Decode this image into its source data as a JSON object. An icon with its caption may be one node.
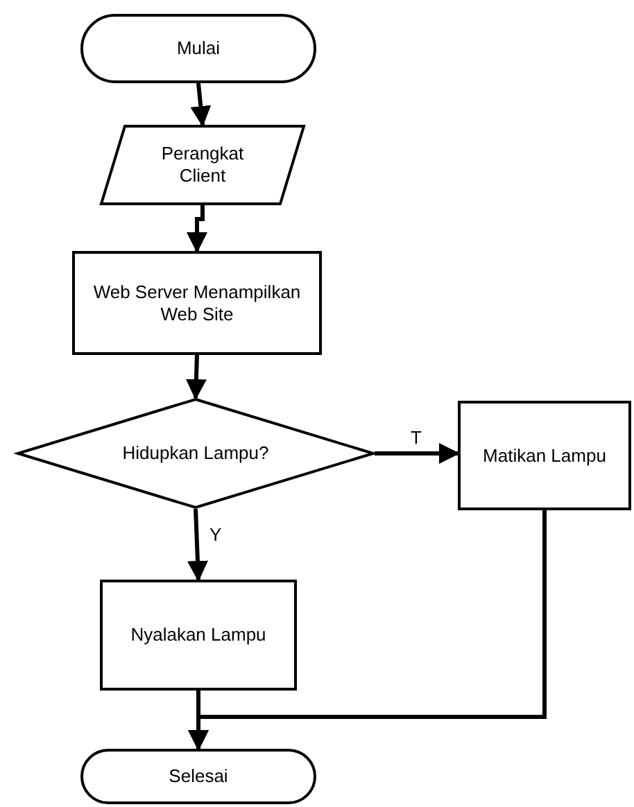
{
  "diagram": {
    "nodes": [
      {
        "text": [
          "Mulai"
        ]
      },
      {
        "text": [
          "Perangkat Client"
        ]
      },
      {
        "text": [
          "Web Server Menampilkan Web Site"
        ]
      },
      {
        "text": [
          "Hidupkan Lampu?"
        ]
      },
      {
        "text": [
          "Matikan Lampu"
        ]
      },
      {
        "text": [
          "Nyalakan Lampu"
        ]
      },
      {
        "text": [
          "Selesai"
        ]
      }
    ],
    "edges": [
      {
        "from": 0,
        "to": 1,
        "arrow": "to"
      },
      {
        "from": 1,
        "to": 2,
        "arrow": "to"
      },
      {
        "from": 2,
        "to": 3,
        "arrow": "to"
      },
      {
        "from": 3,
        "to": 4,
        "arrow": "to",
        "label": "T"
      },
      {
        "from": 3,
        "to": 5,
        "arrow": "to",
        "label": "Y"
      },
      {
        "from": 5,
        "to": 6,
        "arrow": "to"
      },
      {
        "from": 4,
        "to": 6,
        "arrow": "to"
      }
    ]
  }
}
